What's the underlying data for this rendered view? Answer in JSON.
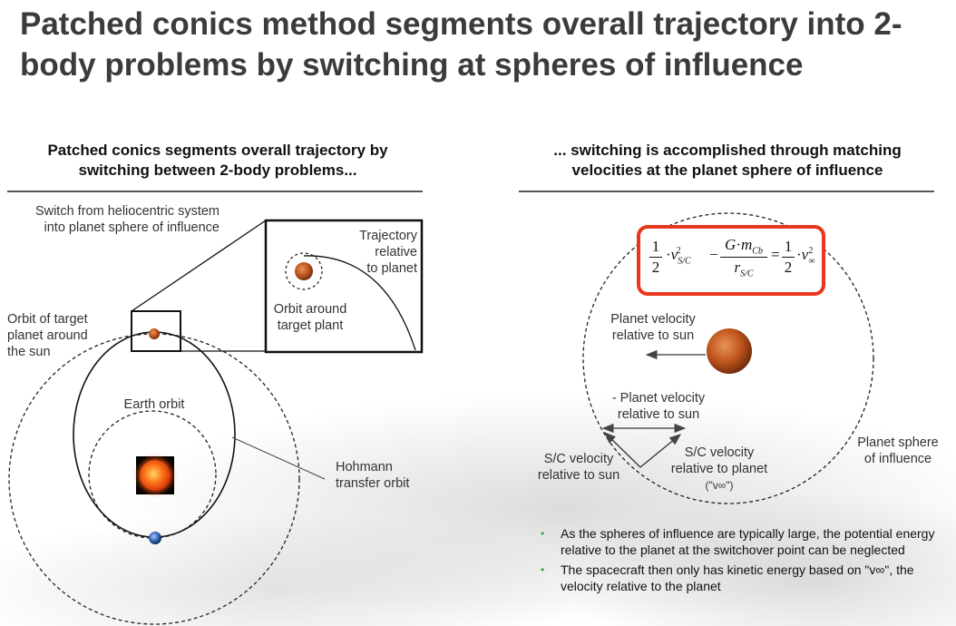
{
  "title": "Patched conics method segments overall trajectory into 2-body problems by switching at spheres of influence",
  "left": {
    "subtitle_line1": "Patched conics segments overall trajectory by",
    "subtitle_line2": "switching between 2-body problems...",
    "switch_label_line1": "Switch from heliocentric system",
    "switch_label_line2": "into planet sphere of influence",
    "target_orbit_line1": "Orbit of target",
    "target_orbit_line2": "planet around",
    "target_orbit_line3": "the sun",
    "earth_orbit": "Earth orbit",
    "hohmann_line1": "Hohmann",
    "hohmann_line2": "transfer orbit",
    "trajectory_line1": "Trajectory",
    "trajectory_line2": "relative",
    "trajectory_line3": "to planet",
    "orbit_around_line1": "Orbit around",
    "orbit_around_line2": "target plant"
  },
  "right": {
    "subtitle_line1": "... switching is accomplished through matching",
    "subtitle_line2": "velocities at the planet sphere of influence",
    "planet_velocity_line1": "Planet velocity",
    "planet_velocity_line2": "relative to sun",
    "neg_planet_velocity_line1": "- Planet velocity",
    "neg_planet_velocity_line2": "relative to sun",
    "sc_sun_line1": "S/C velocity",
    "sc_sun_line2": "relative to sun",
    "sc_planet_line1": "S/C velocity",
    "sc_planet_line2": "relative to planet",
    "sc_planet_line3": "(\"v∞\")",
    "sphere_line1": "Planet sphere",
    "sphere_line2": "of influence",
    "equation": {
      "half": "1",
      "two": "2",
      "v_sc": "v",
      "sub_sc": "S/C",
      "sq": "2",
      "G": "G",
      "dot": "·",
      "m": "m",
      "sub_cb": "Cb",
      "r": "r",
      "minus": "−",
      "equals": "=",
      "v_inf": "v",
      "sub_inf": "∞"
    },
    "bullets": [
      "As the spheres of influence are typically large, the potential energy relative to the planet at the switchover point can be neglected",
      "The spacecraft then only has kinetic energy based on \"v∞\", the velocity relative to the planet"
    ]
  },
  "colors": {
    "title": "#3b3b3b",
    "equation_border": "#e8361f",
    "bullet": "#3aa84a",
    "mars": "#c0561e"
  }
}
